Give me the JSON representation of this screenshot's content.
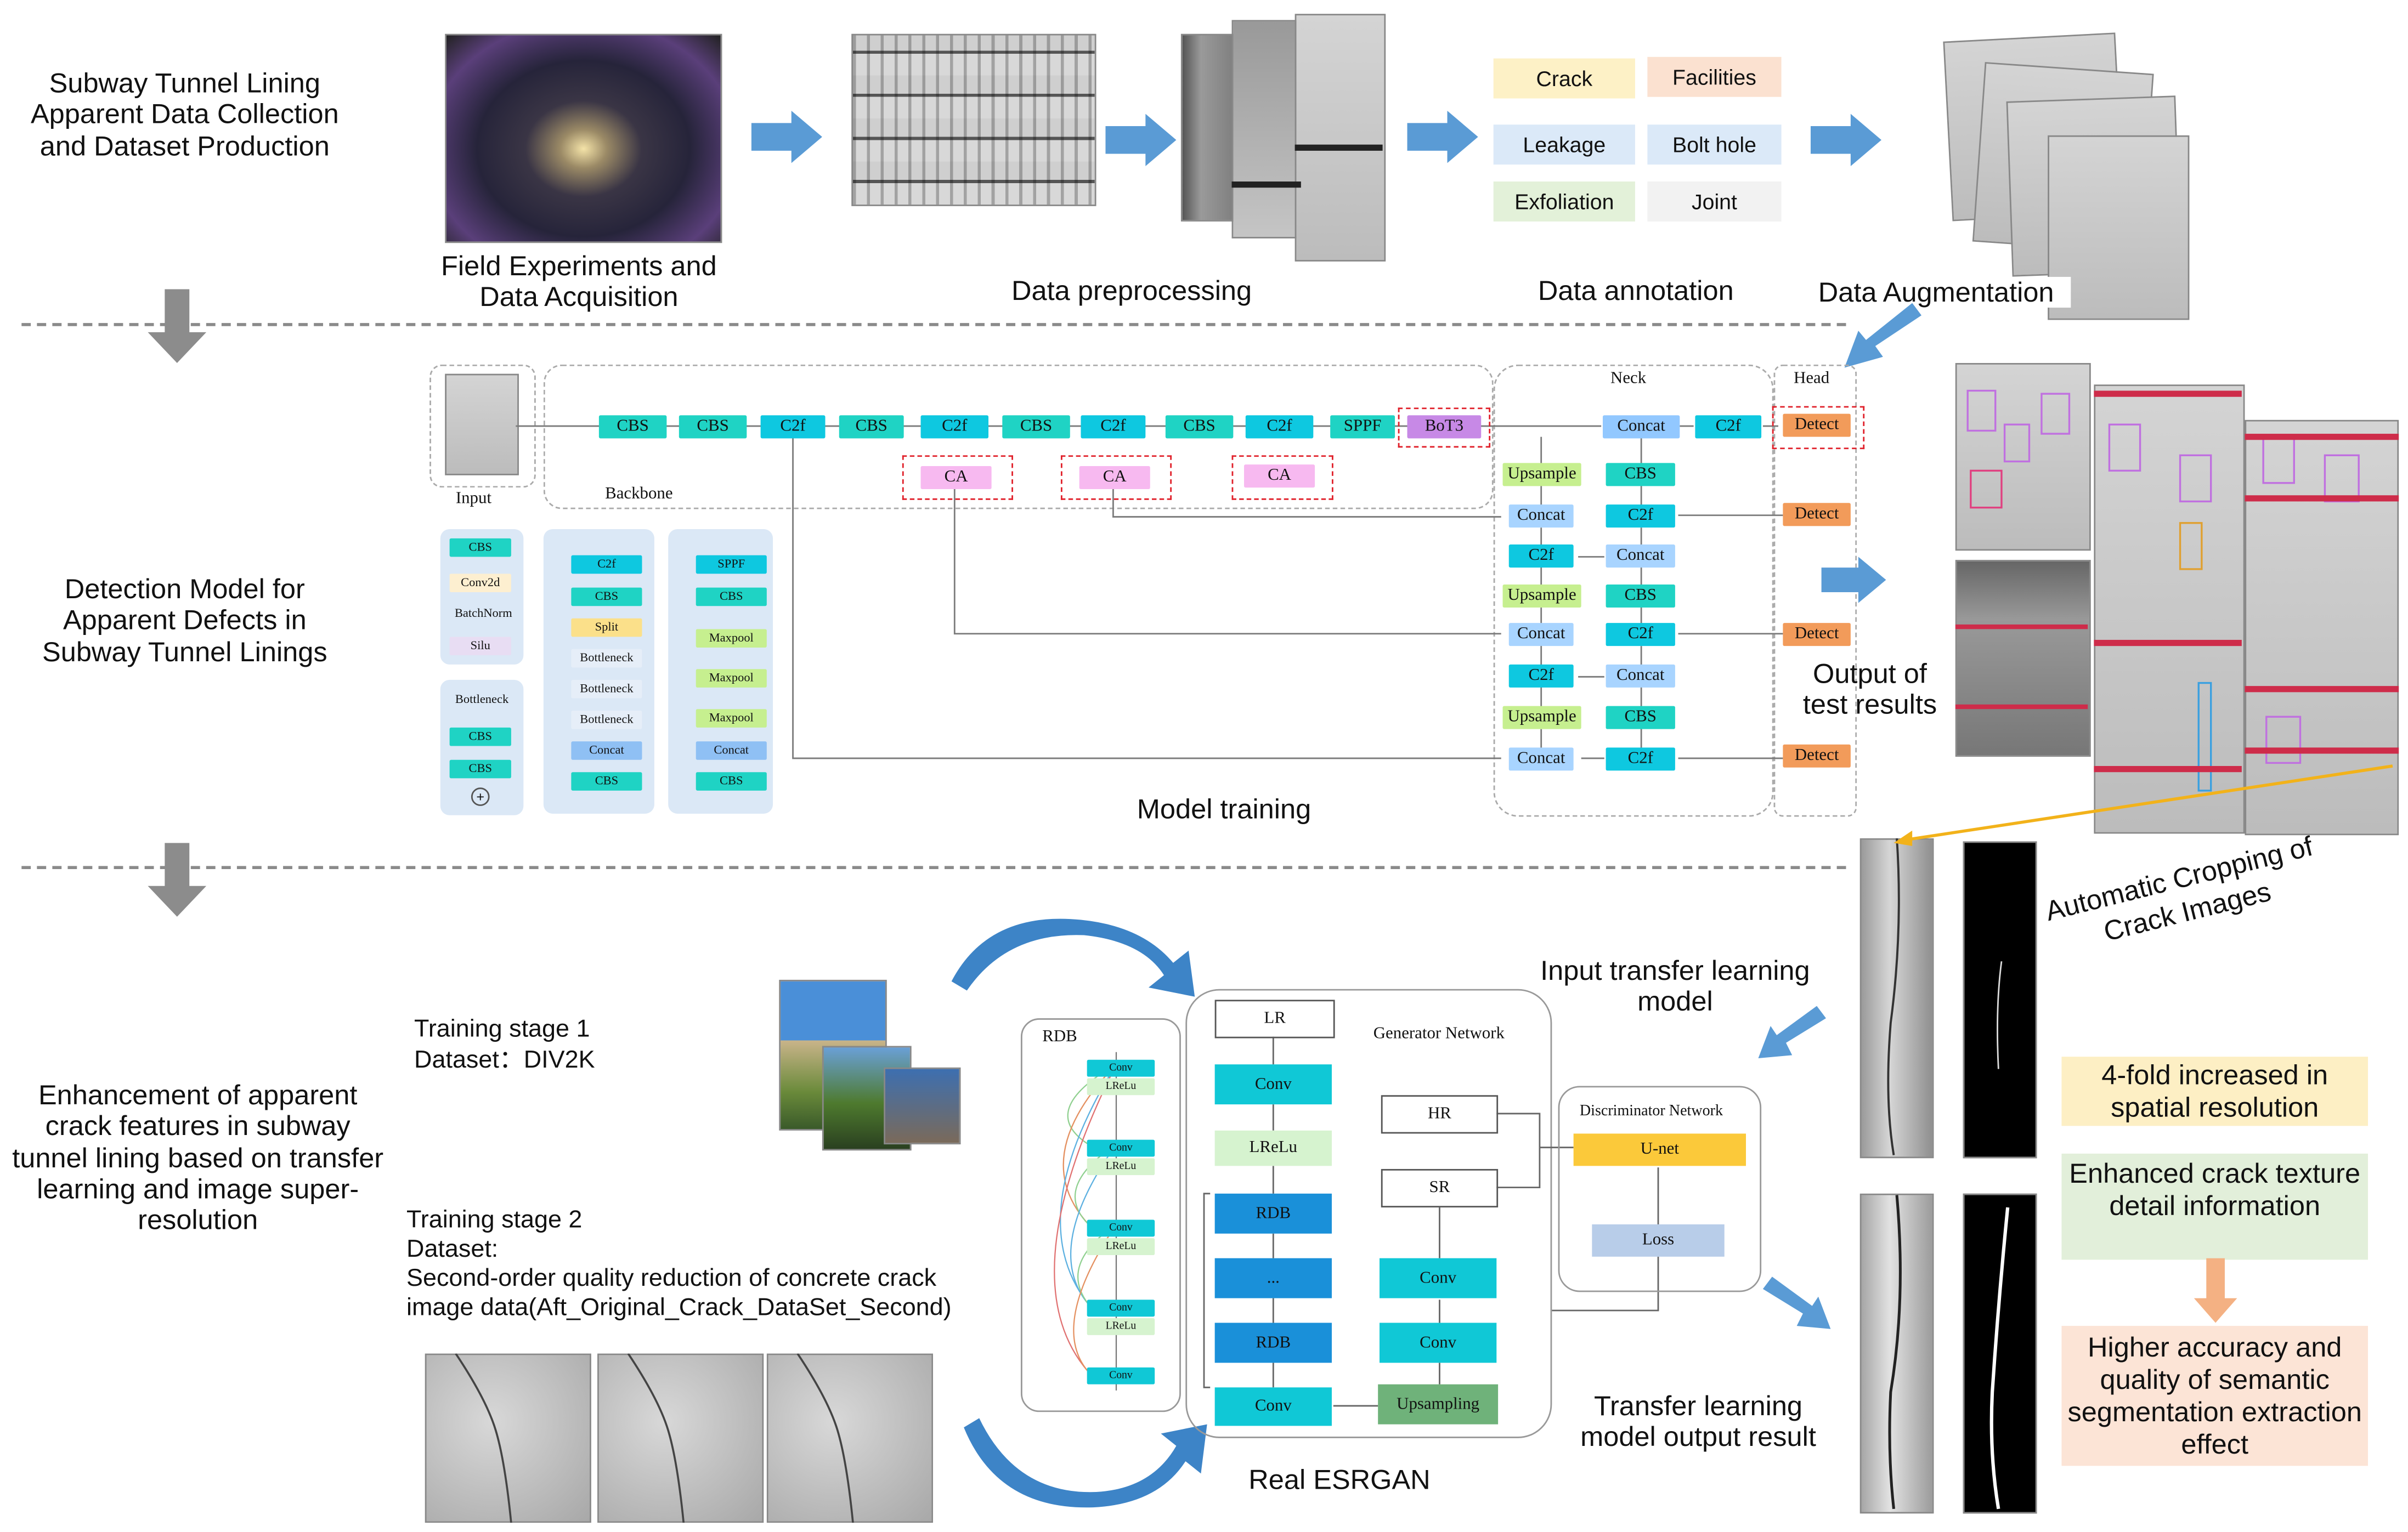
{
  "section_titles": {
    "s1": "Subway Tunnel Lining Apparent Data Collection and Dataset Production",
    "s2": "Detection Model for Apparent Defects in Subway Tunnel Linings",
    "s3": "Enhancement of apparent crack features in subway tunnel lining based on transfer learning and image super-resolution"
  },
  "stage1": {
    "field_caption": "Field Experiments and Data Acquisition",
    "preprocess_caption": "Data preprocessing",
    "annotation_caption": "Data annotation",
    "augmentation_caption": "Data Augmentation",
    "labels": [
      {
        "text": "Crack",
        "color": "#fdf1c6"
      },
      {
        "text": "Facilities",
        "color": "#fbe1d0"
      },
      {
        "text": "Leakage",
        "color": "#dbe9f8"
      },
      {
        "text": "Bolt hole",
        "color": "#dbe9f8"
      },
      {
        "text": "Exfoliation",
        "color": "#e3f1d9"
      },
      {
        "text": "Joint",
        "color": "#f2f2f2"
      }
    ]
  },
  "model": {
    "input_label": "Input",
    "backbone_label": "Backbone",
    "neck_label": "Neck",
    "head_label": "Head",
    "backbone_blocks": [
      "CBS",
      "CBS",
      "C2f",
      "CBS",
      "C2f",
      "CBS",
      "C2f",
      "CBS",
      "C2f",
      "SPPF"
    ],
    "bot3": "BoT3",
    "ca": "CA",
    "neck_left": [
      "Upsample",
      "Concat",
      "C2f",
      "Upsample",
      "Concat",
      "C2f",
      "Upsample",
      "Concat"
    ],
    "neck_right": [
      "Concat",
      "CBS",
      "C2f",
      "Concat",
      "CBS",
      "C2f",
      "Concat",
      "CBS",
      "C2f"
    ],
    "neck_top_c2f": "C2f",
    "detect": "Detect",
    "legend_cbs": [
      "CBS",
      "Conv2d",
      "BatchNorm",
      "Silu"
    ],
    "legend_bottleneck": [
      "Bottleneck",
      "CBS",
      "CBS"
    ],
    "legend_c2f": [
      "C2f",
      "CBS",
      "Split",
      "Bottleneck",
      "Bottleneck",
      "Bottleneck",
      "Concat",
      "CBS"
    ],
    "legend_sppf": [
      "SPPF",
      "CBS",
      "Maxpool",
      "Maxpool",
      "Maxpool",
      "Concat",
      "CBS"
    ],
    "training_caption": "Model training",
    "output_caption": "Output of test results"
  },
  "stage3": {
    "training1_line1": "Training stage 1",
    "training1_line2": "Dataset：DIV2K",
    "training2_line1": "Training stage 2",
    "training2_line2": "Dataset:",
    "training2_line3": "Second-order quality reduction of concrete crack",
    "training2_line4": "image data(Aft_Original_Crack_DataSet_Second)",
    "rdb_label": "RDB",
    "rdb_blocks": [
      "Conv",
      "LReLu",
      "Conv",
      "LReLu",
      "Conv",
      "LReLu",
      "Conv",
      "LReLu",
      "Conv"
    ],
    "generator_label": "Generator Network",
    "gen_blocks": [
      "LR",
      "Conv",
      "LReLu",
      "RDB",
      "...",
      "RDB",
      "Conv"
    ],
    "hr": "HR",
    "sr": "SR",
    "upsampling": "Upsampling",
    "gen_right_conv1": "Conv",
    "gen_right_conv2": "Conv",
    "disc_label": "Discriminator Network",
    "unet": "U-net",
    "loss": "Loss",
    "esrgan_caption": "Real ESRGAN",
    "input_tl": "Input transfer learning model",
    "output_tl": "Transfer learning model output result",
    "crop_caption": "Automatic Cropping of Crack Images",
    "benefit1": "4-fold increased in spatial resolution",
    "benefit2": "Enhanced crack texture detail information",
    "benefit3": "Higher accuracy and quality of semantic segmentation extraction effect"
  }
}
